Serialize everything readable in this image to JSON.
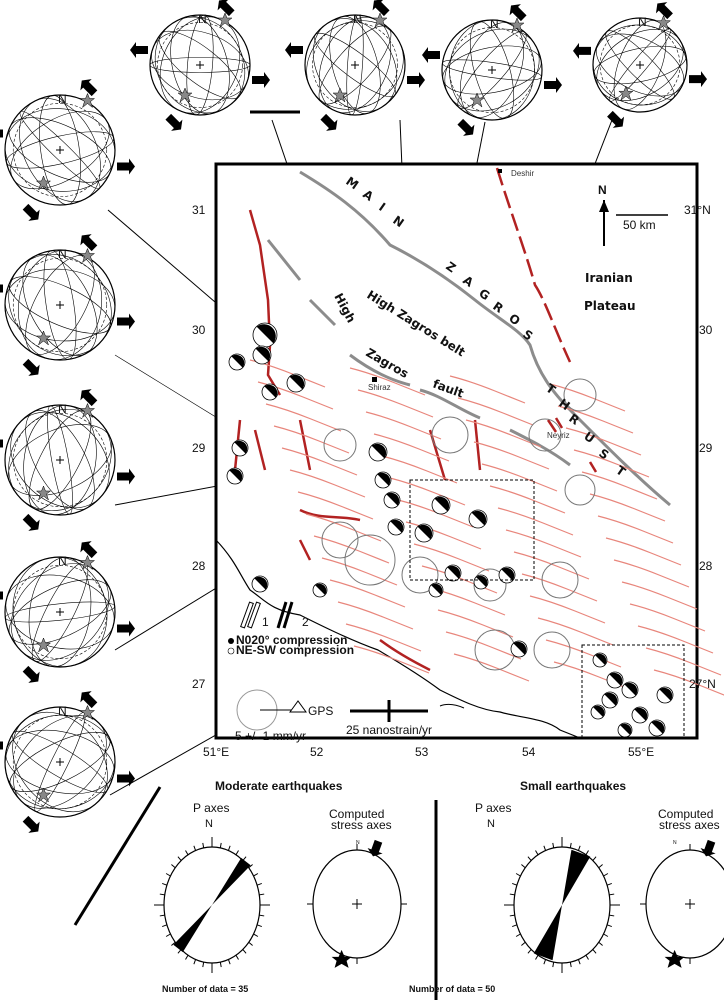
{
  "map": {
    "cities": [
      "Deshir",
      "Shiraz",
      "Neyriz"
    ],
    "main_zagros_thrust_letters": [
      "M",
      "A",
      "I",
      "N",
      "Z",
      "A",
      "G",
      "R",
      "O",
      "S",
      "T",
      "H",
      "R",
      "U",
      "S",
      "T"
    ],
    "high_zagros_fault": [
      "High",
      "Zagros",
      "fault"
    ],
    "belt_label": "High Zagros belt",
    "plateau_label": [
      "Iranian",
      "Plateau"
    ],
    "north_label": "N",
    "scale_label": "50 km",
    "lat_left": [
      "31",
      "30",
      "29",
      "28",
      "27"
    ],
    "lat_right": [
      "31°N",
      "30",
      "29",
      "28",
      "27°N"
    ],
    "lon_bottom": [
      "51°E",
      "52",
      "53",
      "54",
      "55°E"
    ],
    "legend": {
      "type1": "1",
      "type2": "2",
      "n020": "N020° compression",
      "nesw": "NE-SW compression",
      "gps": "GPS",
      "gps_scale": "5 +/- 1 mm/yr",
      "strain_scale": "25 nanostrain/yr"
    },
    "colors": {
      "fault_red": "#b22222",
      "velocity_red": "#e8867c",
      "thrust_gray": "#8c8c8c"
    }
  },
  "panels": {
    "moderate": {
      "title": "Moderate earthquakes",
      "rose_title": "P axes",
      "rose_north": "N",
      "stress_title": [
        "Computed",
        "stress axes"
      ],
      "stress_north": "N",
      "count": "Number of data = 35"
    },
    "small": {
      "title": "Small earthquakes",
      "rose_title": "P axes",
      "rose_north": "N",
      "stress_title": [
        "Computed",
        "stress axes"
      ],
      "stress_north": "N",
      "count": "Number of data = 50"
    }
  },
  "stereonet_north": "N"
}
